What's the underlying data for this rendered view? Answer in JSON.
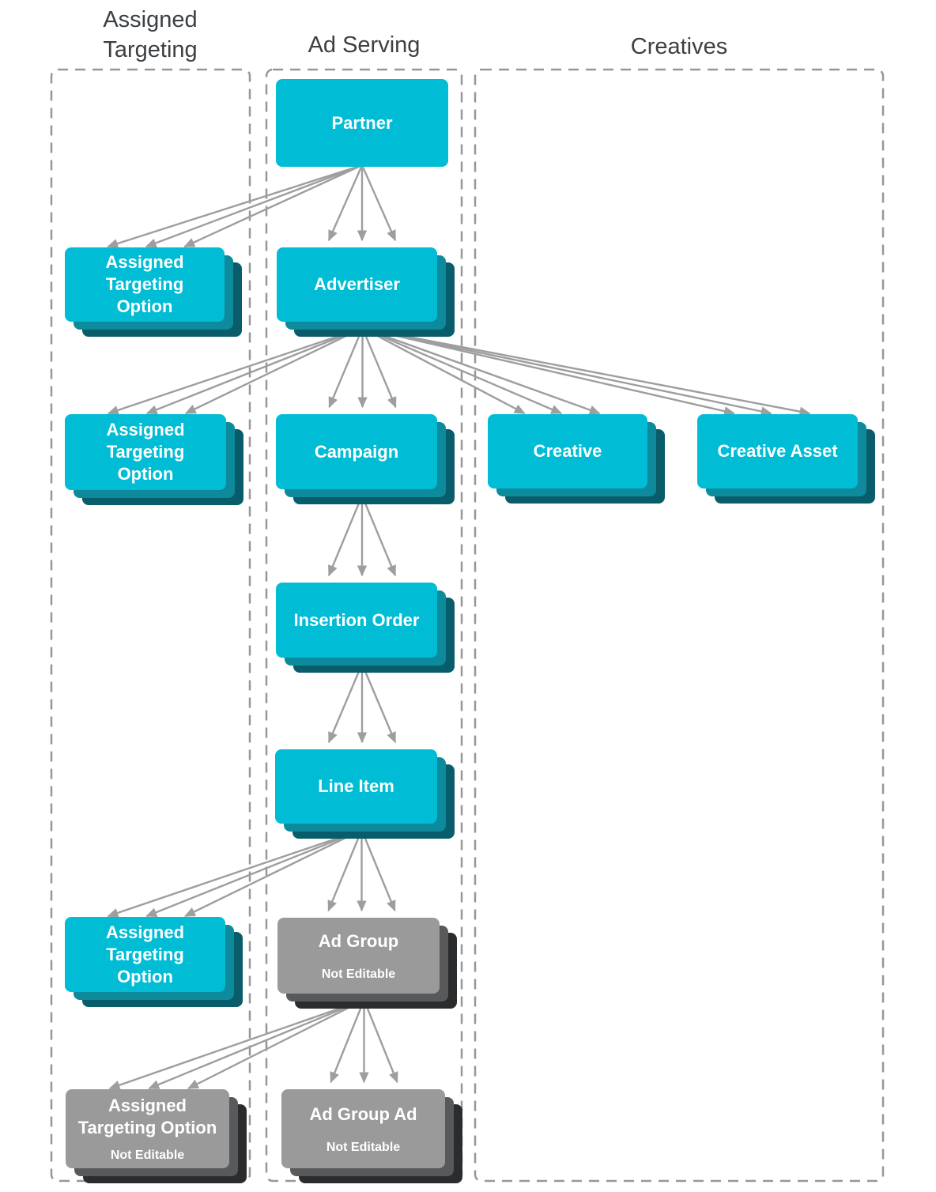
{
  "diagram": {
    "columns": [
      {
        "id": "assigned-targeting",
        "label": "Assigned\nTargeting"
      },
      {
        "id": "ad-serving",
        "label": "Ad Serving"
      },
      {
        "id": "creatives",
        "label": "Creatives"
      }
    ],
    "nodes": [
      {
        "id": "partner",
        "label": "Partner",
        "style": "editable"
      },
      {
        "id": "assigned-targeting-option-partner",
        "label": "Assigned\nTargeting\nOption",
        "style": "editable"
      },
      {
        "id": "advertiser",
        "label": "Advertiser",
        "style": "editable"
      },
      {
        "id": "assigned-targeting-option-advertiser",
        "label": "Assigned\nTargeting\nOption",
        "style": "editable"
      },
      {
        "id": "campaign",
        "label": "Campaign",
        "style": "editable"
      },
      {
        "id": "creative",
        "label": "Creative",
        "style": "editable"
      },
      {
        "id": "creative-asset",
        "label": "Creative Asset",
        "style": "editable"
      },
      {
        "id": "insertion-order",
        "label": "Insertion Order",
        "style": "editable"
      },
      {
        "id": "line-item",
        "label": "Line Item",
        "style": "editable"
      },
      {
        "id": "assigned-targeting-option-line-item",
        "label": "Assigned\nTargeting\nOption",
        "style": "editable"
      },
      {
        "id": "ad-group",
        "label": "Ad Group",
        "sublabel": "Not Editable",
        "style": "not-editable"
      },
      {
        "id": "assigned-targeting-option-ad-group",
        "label": "Assigned\nTargeting Option",
        "sublabel": "Not Editable",
        "style": "not-editable"
      },
      {
        "id": "ad-group-ad",
        "label": "Ad Group Ad",
        "sublabel": "Not Editable",
        "style": "not-editable"
      }
    ],
    "edges": [
      {
        "from": "partner",
        "to": "assigned-targeting-option-partner"
      },
      {
        "from": "partner",
        "to": "advertiser"
      },
      {
        "from": "advertiser",
        "to": "assigned-targeting-option-advertiser"
      },
      {
        "from": "advertiser",
        "to": "campaign"
      },
      {
        "from": "advertiser",
        "to": "creative"
      },
      {
        "from": "advertiser",
        "to": "creative-asset"
      },
      {
        "from": "campaign",
        "to": "insertion-order"
      },
      {
        "from": "insertion-order",
        "to": "line-item"
      },
      {
        "from": "line-item",
        "to": "assigned-targeting-option-line-item"
      },
      {
        "from": "line-item",
        "to": "ad-group"
      },
      {
        "from": "ad-group",
        "to": "assigned-targeting-option-ad-group"
      },
      {
        "from": "ad-group",
        "to": "ad-group-ad"
      }
    ],
    "colors": {
      "editable": "#00BCD4",
      "editable_shadow_mid": "#0D8A9B",
      "editable_shadow_dark": "#095C69",
      "not_editable": "#9A9A9A",
      "not_editable_shadow_mid": "#58595B",
      "not_editable_shadow_dark": "#2B2C2E",
      "arrow": "#9E9E9E",
      "header_text": "#3C4043",
      "border": "#979797"
    }
  }
}
